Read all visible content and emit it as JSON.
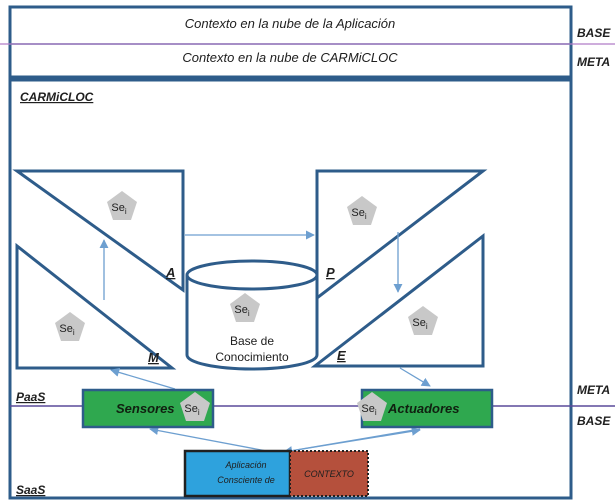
{
  "header": {
    "app_context": "Contexto en la nube de la Aplicación",
    "carmicloc_context": "Contexto en la nube de CARMiCLOC"
  },
  "levels": {
    "base_top": "BASE",
    "meta_top": "META",
    "meta_bottom": "META",
    "base_bottom": "BASE"
  },
  "main": {
    "title": "CARMiCLOC",
    "paas": "PaaS",
    "saas": "SaaS"
  },
  "mape": {
    "monitor": "M",
    "analyze": "A",
    "plan": "P",
    "execute": "E"
  },
  "se": {
    "base": "Se",
    "sub": "i"
  },
  "knowledge": {
    "line1": "Base de",
    "line2": "Conocimiento"
  },
  "sensors": {
    "label": "Sensores"
  },
  "actuators": {
    "label": "Actuadores"
  },
  "app": {
    "line1": "Aplicación",
    "line2": "Consciente de",
    "context": "CONTEXTO"
  },
  "colors": {
    "frame_blue": "#2e5c8a",
    "purple_line": "#b07cc6",
    "arrow_blue": "#6d9fd0",
    "green_box": "#2fa84f",
    "pentagon": "#c8c8c8",
    "app_blue": "#2ea2dd",
    "context_red": "#b5503c",
    "text_dark": "#202020"
  }
}
